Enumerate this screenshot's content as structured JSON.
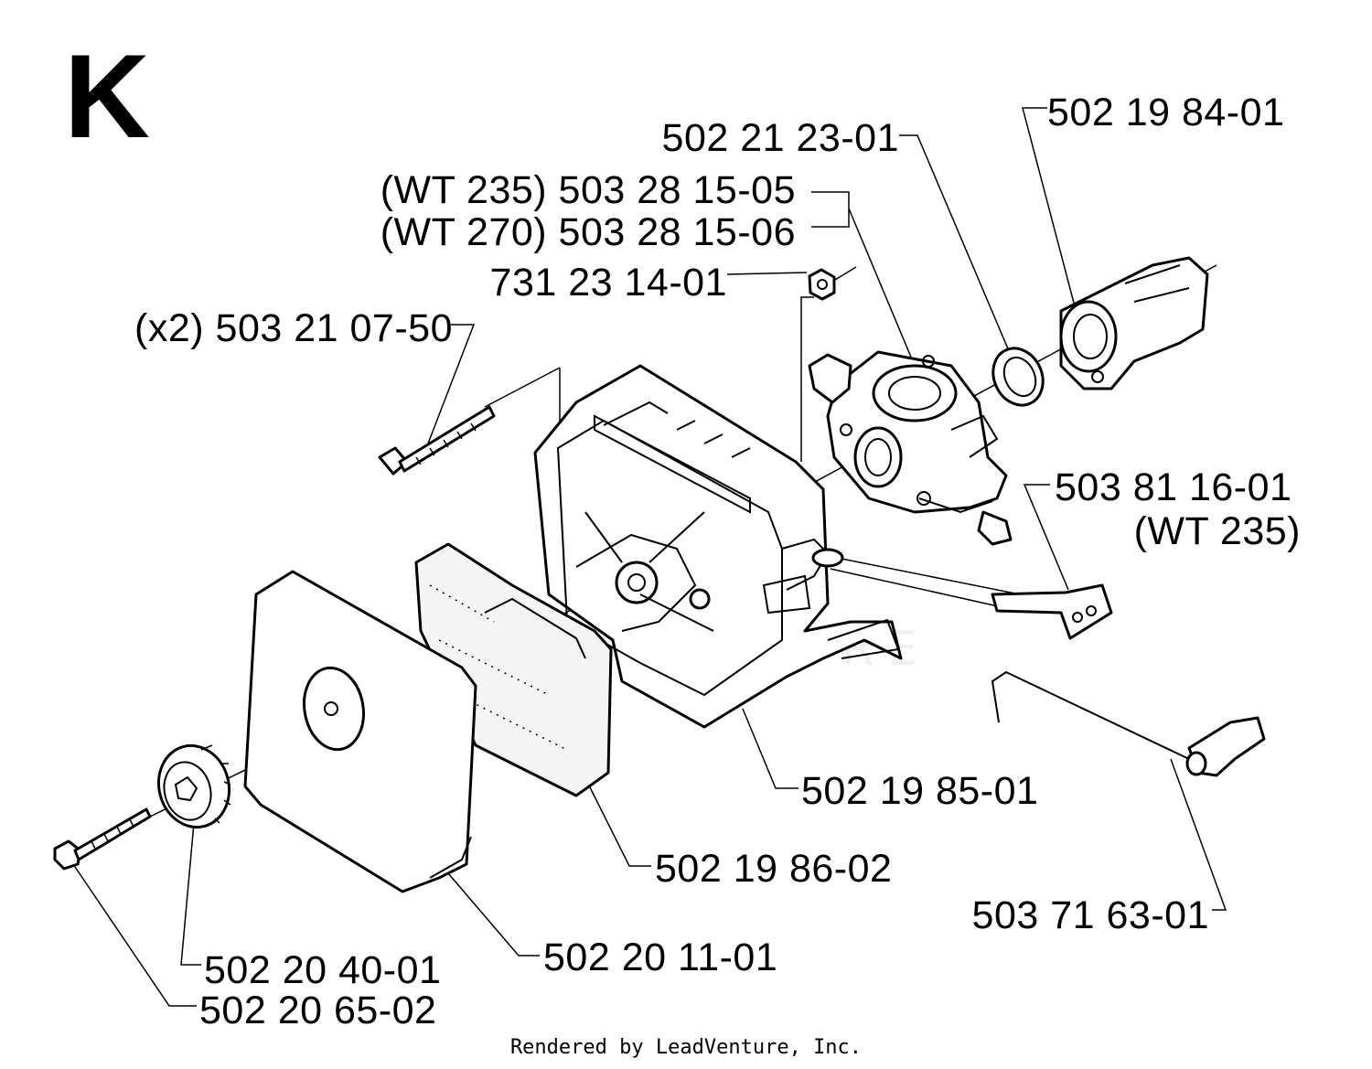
{
  "diagram": {
    "section_letter": "K",
    "footer": "Rendered by LeadVenture, Inc.",
    "watermark": "LEADVENTURE",
    "labels": [
      {
        "id": "p1",
        "text": "502 19 84-01"
      },
      {
        "id": "p2",
        "text": "502 21 23-01"
      },
      {
        "id": "p3",
        "text": "(WT 235) 503 28 15-05"
      },
      {
        "id": "p4",
        "text": "(WT 270) 503 28 15-06"
      },
      {
        "id": "p5",
        "text": "731 23 14-01"
      },
      {
        "id": "p6",
        "text": "(x2) 503 21 07-50"
      },
      {
        "id": "p7a",
        "text": "503 81 16-01"
      },
      {
        "id": "p7b",
        "text": "(WT 235)"
      },
      {
        "id": "p8",
        "text": "502 19 85-01"
      },
      {
        "id": "p9",
        "text": "502 19 86-02"
      },
      {
        "id": "p10",
        "text": "503 71 63-01"
      },
      {
        "id": "p11",
        "text": "502 20 11-01"
      },
      {
        "id": "p12",
        "text": "502 20 40-01"
      },
      {
        "id": "p13",
        "text": "502 20 65-02"
      }
    ]
  }
}
